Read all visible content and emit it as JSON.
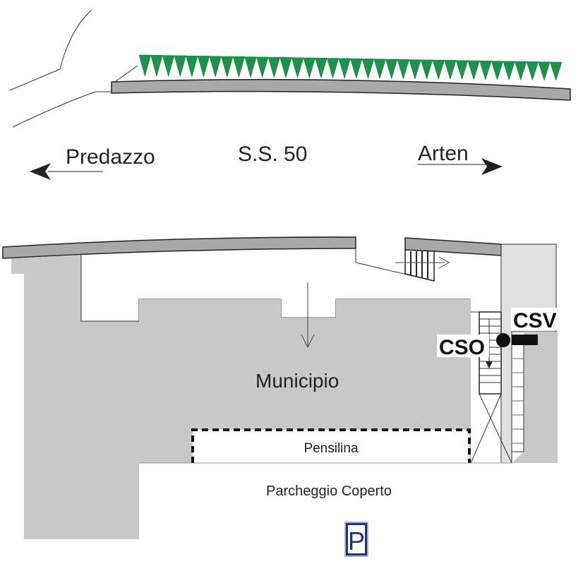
{
  "road": {
    "name": "S.S. 50",
    "direction_left": "Predazzo",
    "direction_right": "Arten"
  },
  "building": {
    "name": "Municipio",
    "canopy": "Pensilina"
  },
  "markers": {
    "cso": "CSO",
    "csv": "CSV"
  },
  "parking": {
    "label": "Parcheggio Coperto",
    "sign_letter": "P"
  },
  "colors": {
    "building_fill": "#c8c8c8",
    "light_fill": "#e0e0e0",
    "road_fill": "#a9a9a9",
    "hedge_fill": "#1a9448",
    "sign_blue": "#22327a"
  }
}
